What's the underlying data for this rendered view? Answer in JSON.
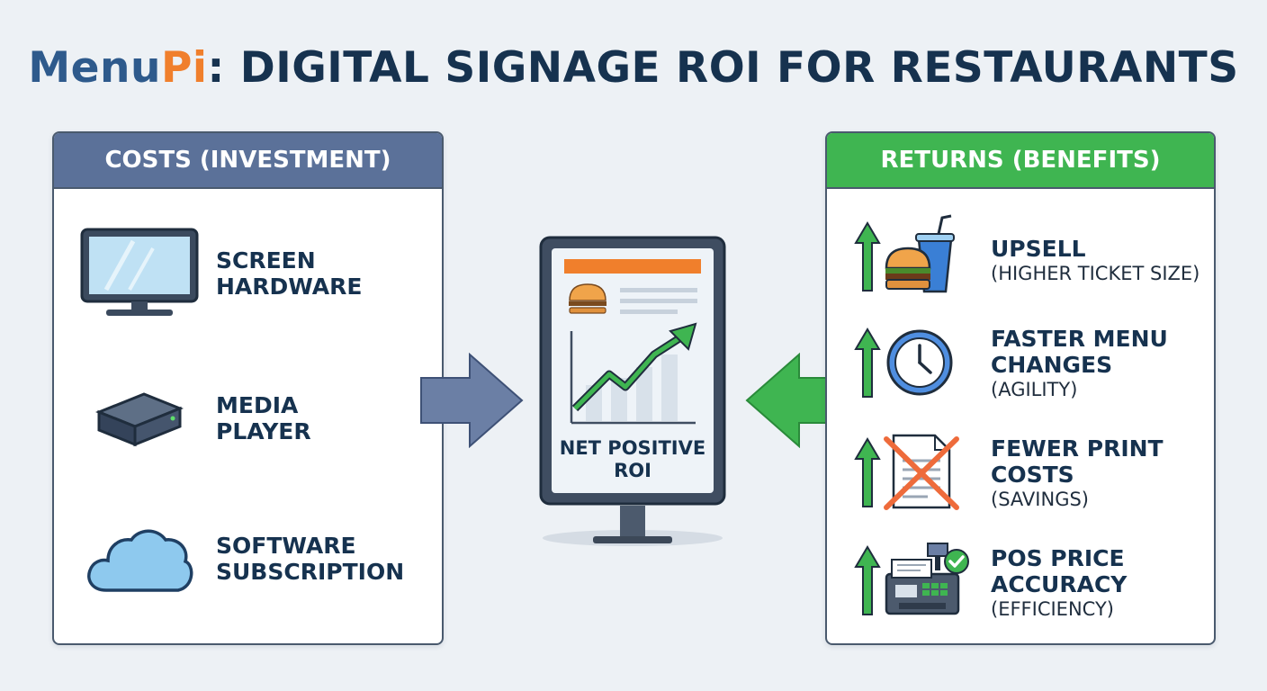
{
  "title": {
    "brand_first": "Menu",
    "brand_second": "Pi",
    "rest": ": DIGITAL SIGNAGE ROI FOR RESTAURANTS"
  },
  "costs": {
    "header": "COSTS (INVESTMENT)",
    "items": [
      {
        "line1": "SCREEN",
        "line2": "HARDWARE",
        "icon": "monitor-icon"
      },
      {
        "line1": "MEDIA",
        "line2": "PLAYER",
        "icon": "media-player-icon"
      },
      {
        "line1": "SOFTWARE",
        "line2": "SUBSCRIPTION",
        "icon": "cloud-icon"
      }
    ]
  },
  "center": {
    "caption_line1": "NET POSITIVE",
    "caption_line2": "ROI"
  },
  "returns": {
    "header": "RETURNS (BENEFITS)",
    "items": [
      {
        "line1": "UPSELL",
        "line2": "",
        "sub": "(HIGHER TICKET SIZE)",
        "icon": "burger-drink-icon"
      },
      {
        "line1": "FASTER MENU",
        "line2": "CHANGES",
        "sub": "(AGILITY)",
        "icon": "clock-icon"
      },
      {
        "line1": "FEWER PRINT",
        "line2": "COSTS",
        "sub": "(SAVINGS)",
        "icon": "crossed-document-icon"
      },
      {
        "line1": "POS PRICE",
        "line2": "ACCURACY",
        "sub": "(EFFICIENCY)",
        "icon": "cash-register-icon"
      }
    ]
  },
  "colors": {
    "costs": "#5b7199",
    "returns": "#3fb551",
    "accent": "#f07f2c",
    "navy": "#16324f"
  }
}
